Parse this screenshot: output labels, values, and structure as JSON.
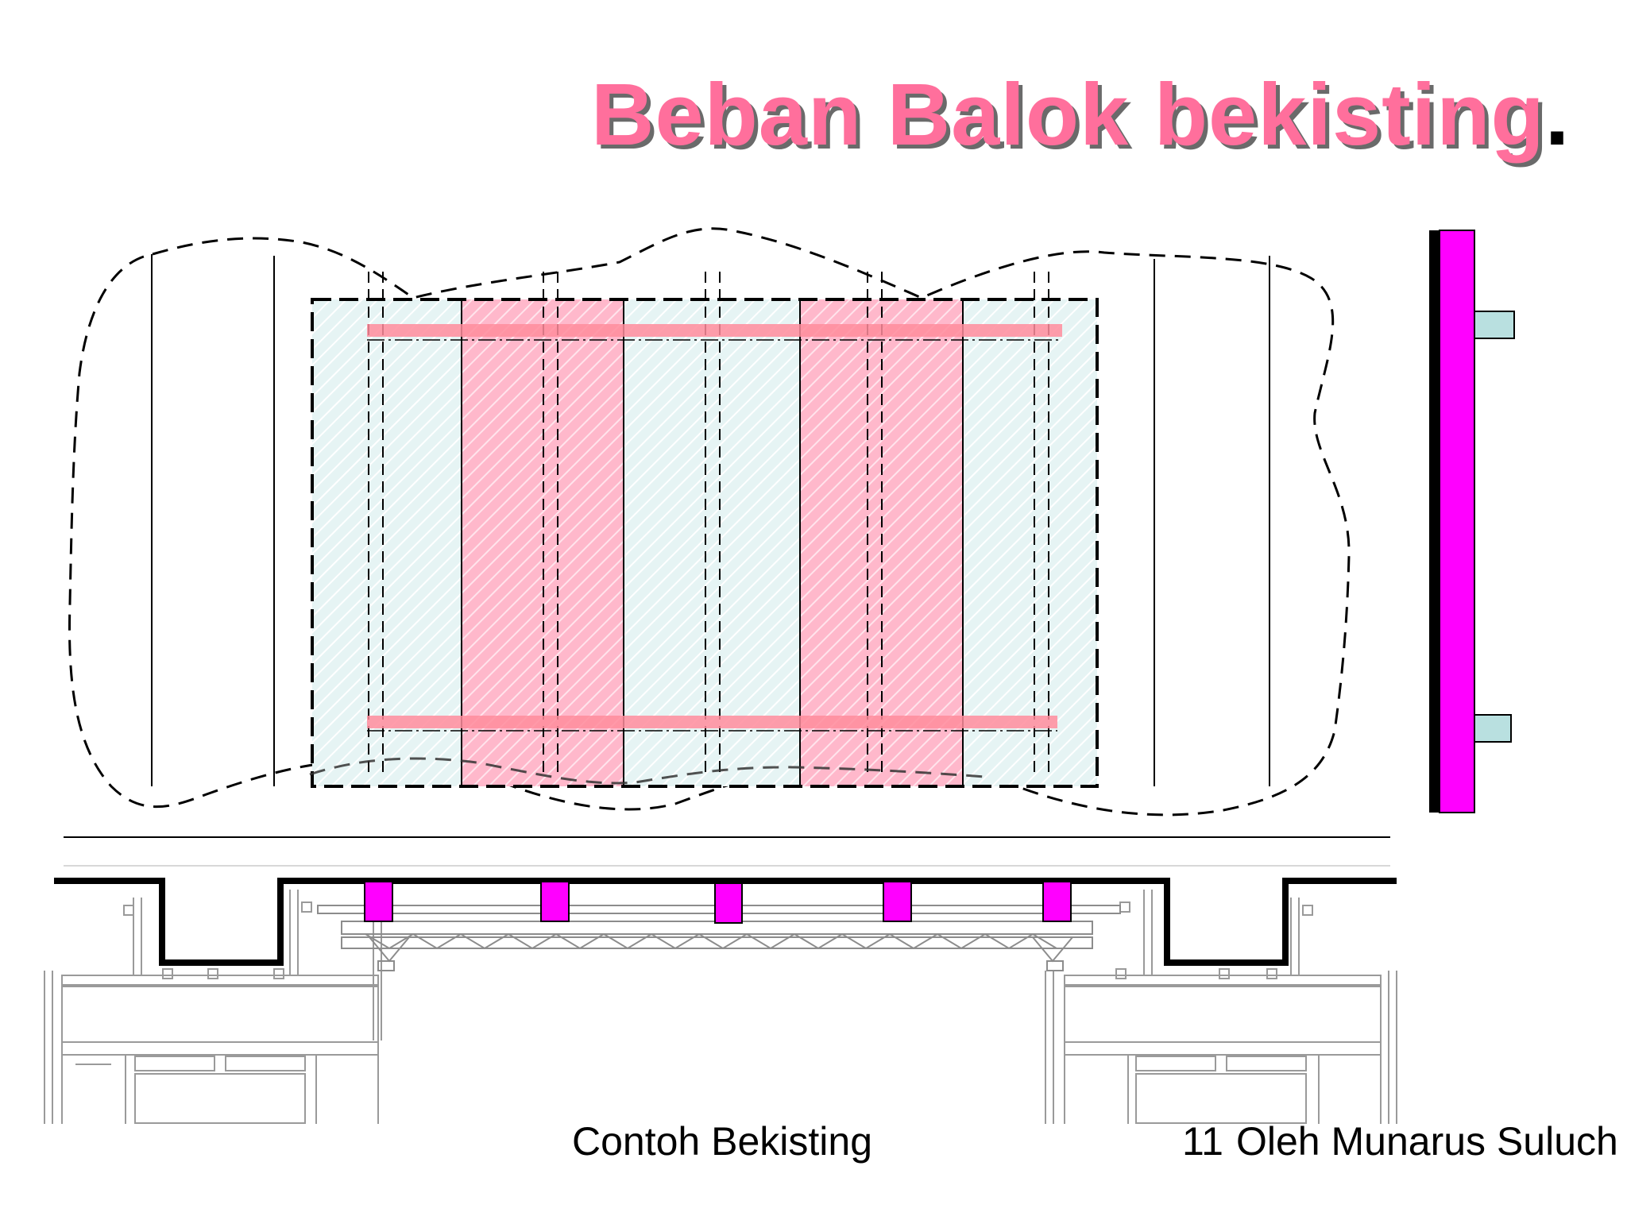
{
  "slide": {
    "title": "Beban Balok bekisting",
    "title_period": ".",
    "caption": "Contoh Bekisting",
    "page_number": "11",
    "author": "Oleh Munarus Suluch"
  },
  "colors": {
    "title": "#ff6f9c",
    "title_shadow": "#6a6a6a",
    "panel_light": "#dff0f1",
    "panel_pink": "#ffb3c8",
    "joist_red": "#ff8c9c",
    "beam_magenta": "#ff00ff",
    "cleat": "#b9e0e0",
    "line": "#000000"
  }
}
